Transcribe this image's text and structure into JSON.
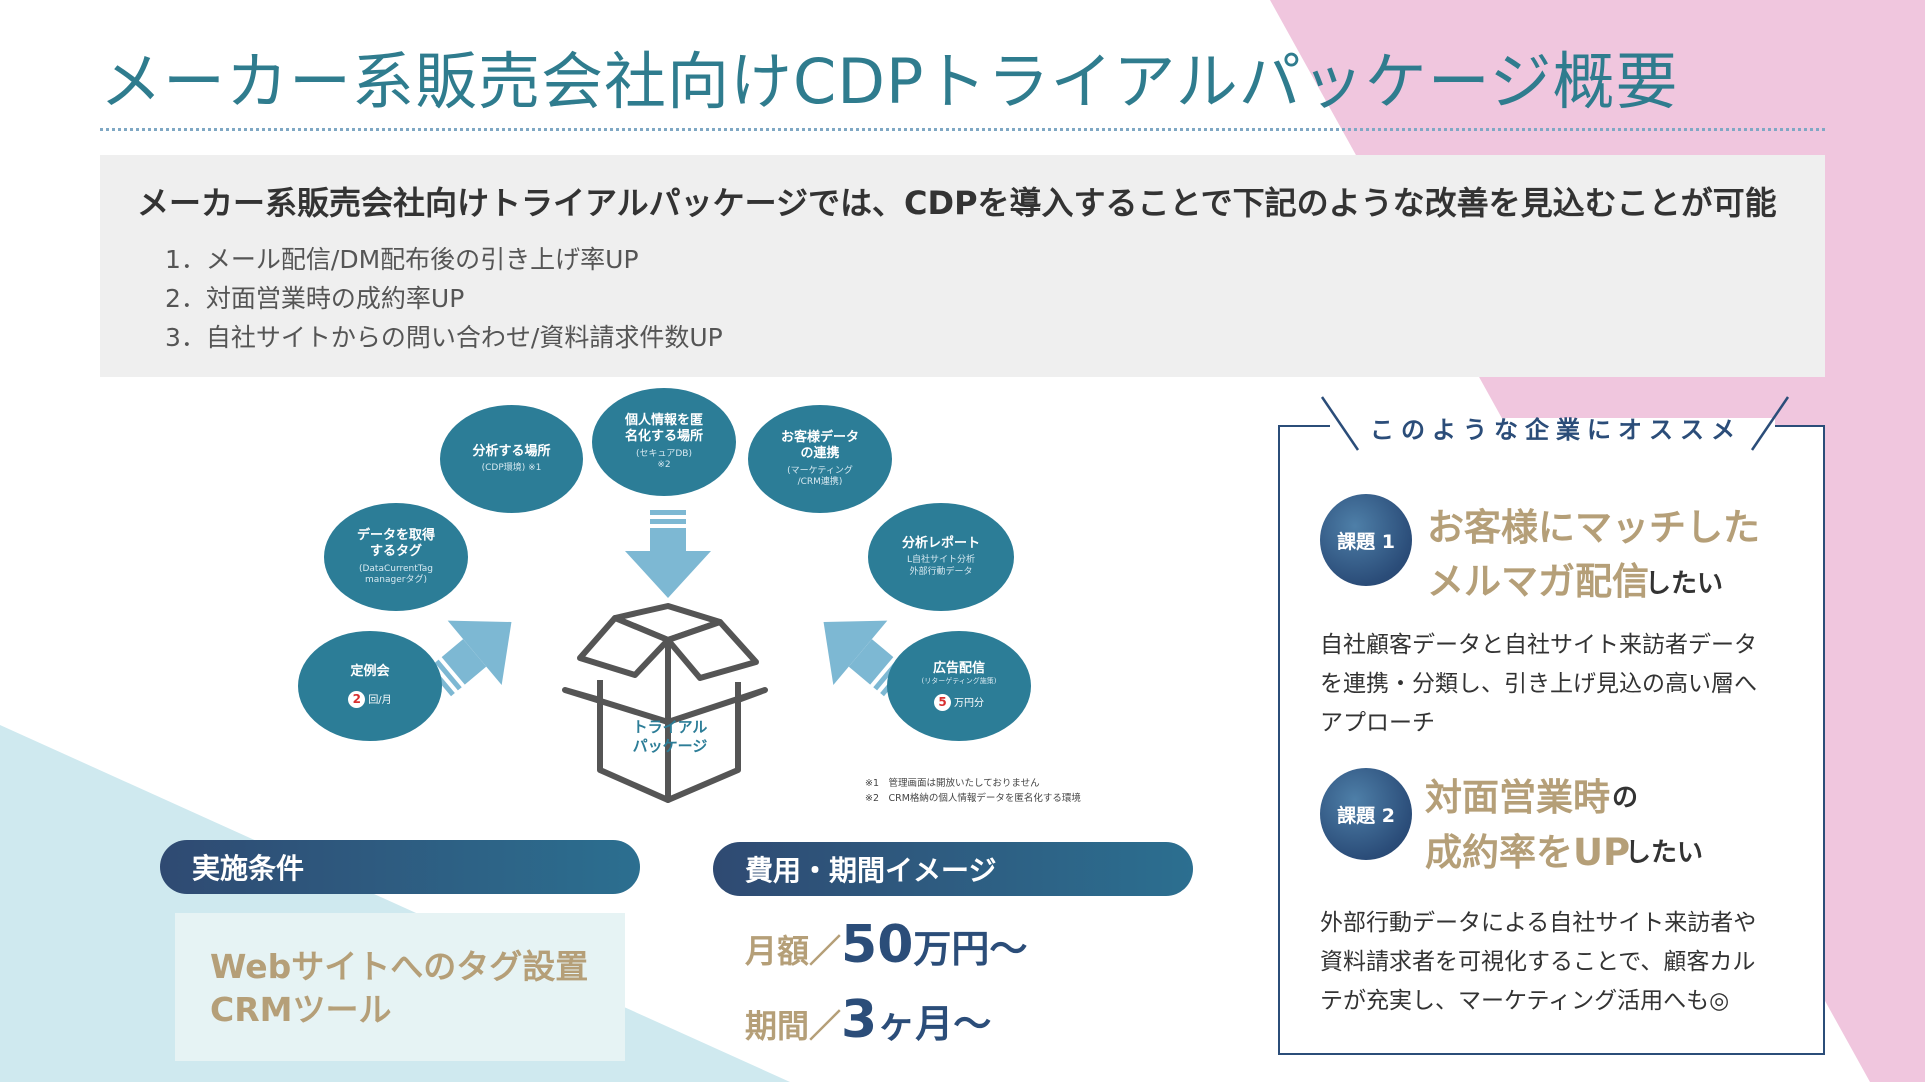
{
  "title": "メーカー系販売会社向けCDPトライアルパッケージ概要",
  "intro": {
    "heading": "メーカー系販売会社向けトライアルパッケージでは、CDPを導入することで下記のような改善を見込むことが可能",
    "items": [
      "1．メール配信/DM配布後の引き上げ率UP",
      "2．対面営業時の成約率UP",
      "3．自社サイトからの問い合わせ/資料請求件数UP"
    ]
  },
  "diagram": {
    "center_label": [
      "トライアル",
      "パッケージ"
    ],
    "bubbles": {
      "meeting": {
        "main": "定例会",
        "num": "2",
        "unit": "回/月"
      },
      "tag": {
        "main": [
          "データを取得",
          "するタグ"
        ],
        "sub": [
          "(DataCurrentTag",
          "managerタグ)"
        ]
      },
      "analysis_place": {
        "main": "分析する場所",
        "sub": "(CDP環境) ※1"
      },
      "anonymize": {
        "main": [
          "個人情報を匿",
          "名化する場所"
        ],
        "sub": [
          "(セキュアDB)",
          "※2"
        ]
      },
      "customer_link": {
        "main": [
          "お客様データ",
          "の連携"
        ],
        "sub": [
          "(マーケティング",
          "/CRM連携)"
        ]
      },
      "report": {
        "main": "分析レポート",
        "sub": [
          "L自社サイト分析",
          "外部行動データ"
        ]
      },
      "ads": {
        "main": "広告配信",
        "sub": "(リターゲティング施策)",
        "num": "5",
        "unit": "万円分"
      }
    },
    "notes": [
      "※1　管理画面は開放いたしておりません",
      "※2　CRM格納の個人情報データを匿名化する環境"
    ]
  },
  "conditions": {
    "header": "実施条件",
    "lines": [
      "Webサイトへのタグ設置",
      "CRMツール"
    ]
  },
  "cost": {
    "header": "費用・期間イメージ",
    "monthly_label": "月額／",
    "monthly_value": "50",
    "monthly_unit": "万円〜",
    "period_label": "期間／",
    "period_value": "3",
    "period_unit": "ヶ月〜"
  },
  "recommend": {
    "title": "このような企業にオススメ",
    "issue1": {
      "badge": "課題 1",
      "line1": "お客様にマッチした",
      "line2": "メルマガ配信",
      "suffix": "したい",
      "body": [
        "自社顧客データと自社サイト来訪者データ",
        "を連携・分類し、引き上げ見込の高い層へ",
        "アプローチ"
      ]
    },
    "issue2": {
      "badge": "課題 2",
      "line1": "対面営業時",
      "particle": "の",
      "line2": "成約率をUP",
      "suffix": "したい",
      "body": [
        "外部行動データによる自社サイト来訪者や",
        "資料請求者を可視化することで、顧客カル",
        "テが充実し、マーケティング活用へも◎"
      ]
    }
  },
  "colors": {
    "teal": "#2f7c8e",
    "navy": "#2b4d79",
    "gold": "#b59f78",
    "pink": "#f0c6de",
    "light_blue": "#cfe9ef"
  }
}
